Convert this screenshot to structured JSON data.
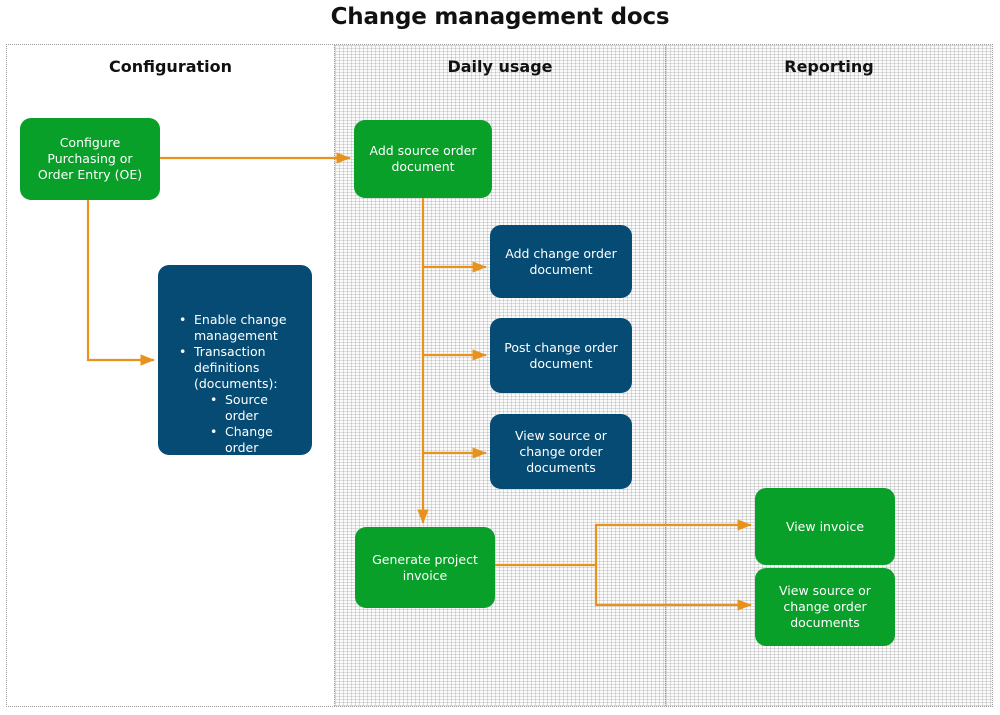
{
  "title": "Change management docs",
  "colors": {
    "green": "#08a028",
    "blue": "#064b74",
    "orange": "#e8921e",
    "lane_divider": "#9a9a9a",
    "text_dark": "#111111"
  },
  "lanes": [
    {
      "id": "configuration",
      "label": "Configuration"
    },
    {
      "id": "daily-usage",
      "label": "Daily usage"
    },
    {
      "id": "reporting",
      "label": "Reporting"
    }
  ],
  "nodes": [
    {
      "id": "configure-purchasing",
      "lane": "configuration",
      "color": "green",
      "label": "Configure Purchasing or Order Entry (OE)"
    },
    {
      "id": "enable-change-mgmt",
      "lane": "configuration",
      "color": "blue",
      "bullets": [
        {
          "text": "Enable change management"
        },
        {
          "text": "Transaction definitions (documents):",
          "children": [
            {
              "text": "Source order"
            },
            {
              "text": "Change order"
            }
          ]
        }
      ]
    },
    {
      "id": "add-source-order",
      "lane": "daily-usage",
      "color": "green",
      "label": "Add source order document"
    },
    {
      "id": "add-change-order",
      "lane": "daily-usage",
      "color": "blue",
      "label": "Add change order document"
    },
    {
      "id": "post-change-order",
      "lane": "daily-usage",
      "color": "blue",
      "label": "Post change order document"
    },
    {
      "id": "view-docs-daily",
      "lane": "daily-usage",
      "color": "blue",
      "label": "View source or change order documents"
    },
    {
      "id": "generate-invoice",
      "lane": "daily-usage",
      "color": "green",
      "label": "Generate project invoice"
    },
    {
      "id": "view-invoice",
      "lane": "reporting",
      "color": "green",
      "label": "View invoice"
    },
    {
      "id": "view-docs-reporting",
      "lane": "reporting",
      "color": "green",
      "label": "View source or change order documents"
    }
  ],
  "connectors": [
    {
      "id": "configure-to-add-source-order",
      "from": "configure-purchasing",
      "to": "add-source-order"
    },
    {
      "id": "configure-to-enable-change-mgmt",
      "from": "configure-purchasing",
      "to": "enable-change-mgmt"
    },
    {
      "id": "add-source-order-to-add-change-order",
      "from": "add-source-order",
      "to": "add-change-order"
    },
    {
      "id": "add-source-order-to-post-change-order",
      "from": "add-source-order",
      "to": "post-change-order"
    },
    {
      "id": "add-source-order-to-view-docs-daily",
      "from": "add-source-order",
      "to": "view-docs-daily"
    },
    {
      "id": "add-source-order-to-generate-invoice",
      "from": "add-source-order",
      "to": "generate-invoice"
    },
    {
      "id": "generate-invoice-to-view-invoice",
      "from": "generate-invoice",
      "to": "view-invoice"
    },
    {
      "id": "generate-invoice-to-view-docs-reporting",
      "from": "generate-invoice",
      "to": "view-docs-reporting"
    }
  ]
}
